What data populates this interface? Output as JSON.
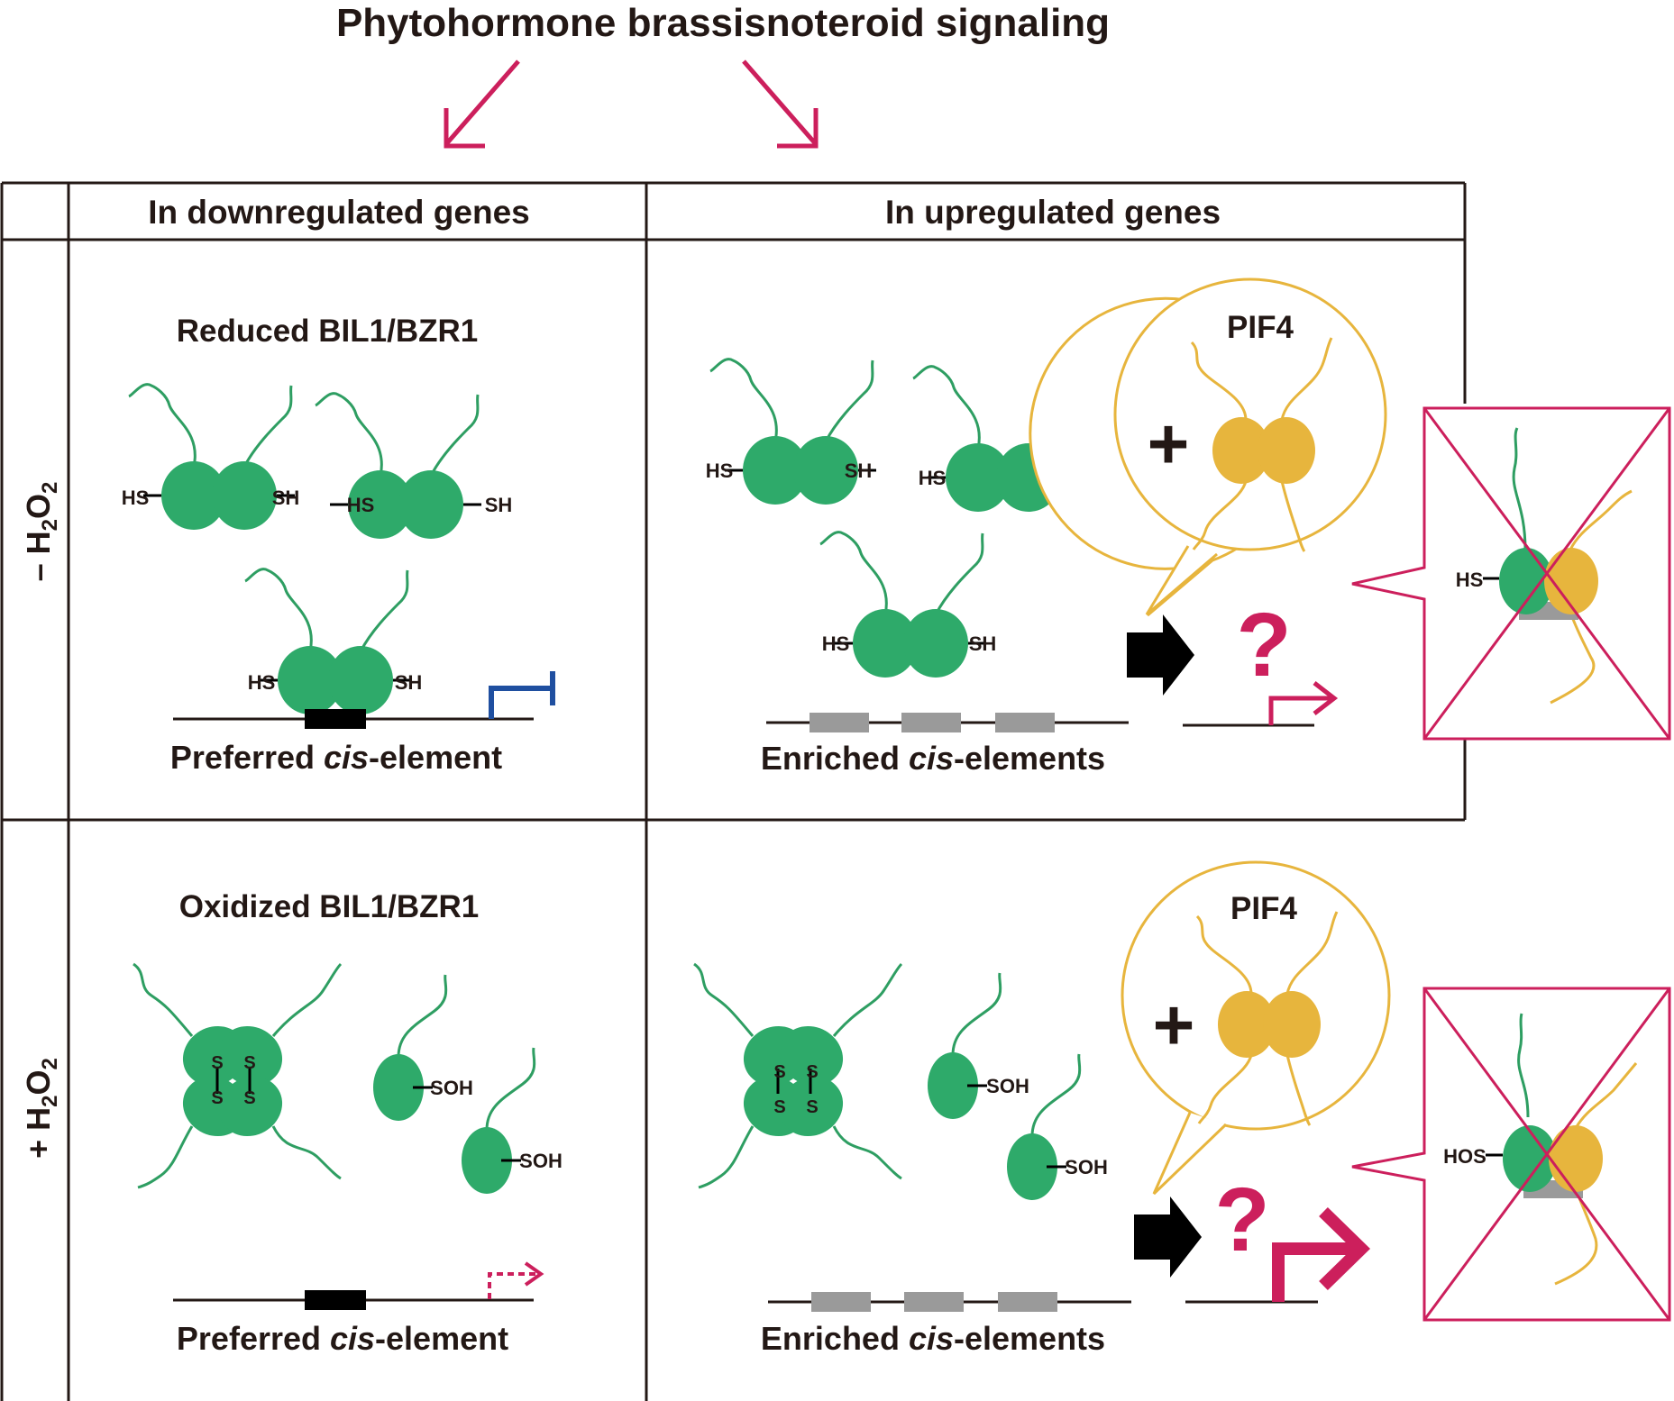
{
  "title": "Phytohormone brassisnoteroid signaling",
  "columns": {
    "down": "In downregulated genes",
    "up": "In upregulated genes"
  },
  "rows": {
    "minus": {
      "sign": "– ",
      "base": "H",
      "sub1": "2",
      "mid": "O",
      "sub2": "2"
    },
    "plus": {
      "sign": "+ ",
      "base": "H",
      "sub1": "2",
      "mid": "O",
      "sub2": "2"
    }
  },
  "panels": {
    "reduced_title": "Reduced BIL1/BZR1",
    "oxidized_title": "Oxidized BIL1/BZR1",
    "pif4": "PIF4",
    "plus_sign": "+",
    "question": "?",
    "preferred": {
      "pre": "Preferred ",
      "italic": "cis",
      "post": "-element"
    },
    "enriched": {
      "pre": "Enriched ",
      "italic": "cis",
      "post": "-elements"
    }
  },
  "labels": {
    "hs": "HS",
    "sh": "SH",
    "soh": "SOH",
    "hos": "HOS",
    "s": "S"
  },
  "colors": {
    "green": "#2EAA6A",
    "green_line": "#2E9E62",
    "yellow": "#E7B53D",
    "magenta": "#CC1F5C",
    "blue": "#1F4FA0",
    "gray": "#9A9A9A",
    "black": "#000000"
  }
}
